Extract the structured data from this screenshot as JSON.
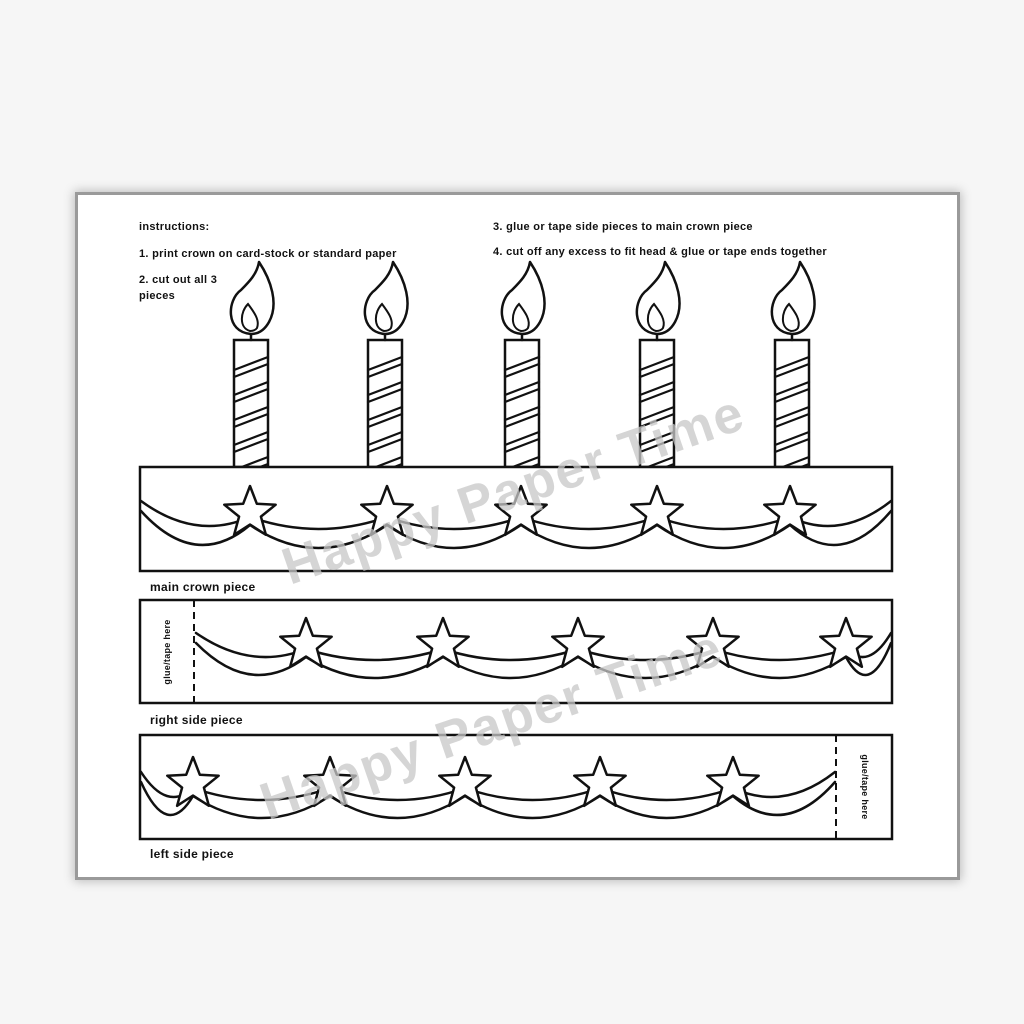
{
  "instructions": {
    "heading": "instructions:",
    "step1": "1. print crown on card-stock or standard paper",
    "step2_line1": "2. cut out all 3",
    "step2_line2": "pieces",
    "step3": "3. glue or tape side pieces to main crown piece",
    "step4": "4. cut off any excess to fit head & glue or tape ends together"
  },
  "pieces": {
    "main_label": "main crown piece",
    "right_label": "right side piece",
    "left_label": "left side piece",
    "glue_label": "glue/tape here"
  },
  "watermark": "Happy Paper Time",
  "design": {
    "candle_count": 5,
    "stars_per_band": 5
  }
}
